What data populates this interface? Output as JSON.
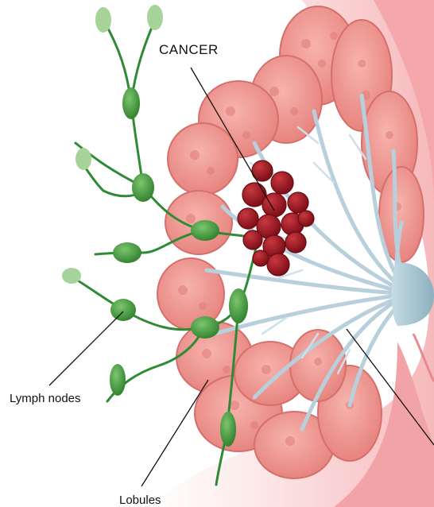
{
  "labels": {
    "cancer": "CANCER",
    "lymph_nodes": "Lymph nodes",
    "lobules": "Lobules"
  },
  "colors": {
    "skin_light": "#fde4e4",
    "skin_mid": "#f6b8b8",
    "lobule": "#f08f8f",
    "lobule_shadow": "#d96b6b",
    "tumor": "#9c1620",
    "tumor_highlight": "#c4353f",
    "duct": "#c9dde6",
    "duct_edge": "#8fb0bf",
    "lymph_node": "#3f9a3a",
    "lymph_vessel": "#2f8a35",
    "lymph_node_faded": "#a6d39a"
  },
  "icons": {
    "tumor": "tumor-icon",
    "lymph_node": "lymph-node-icon"
  }
}
